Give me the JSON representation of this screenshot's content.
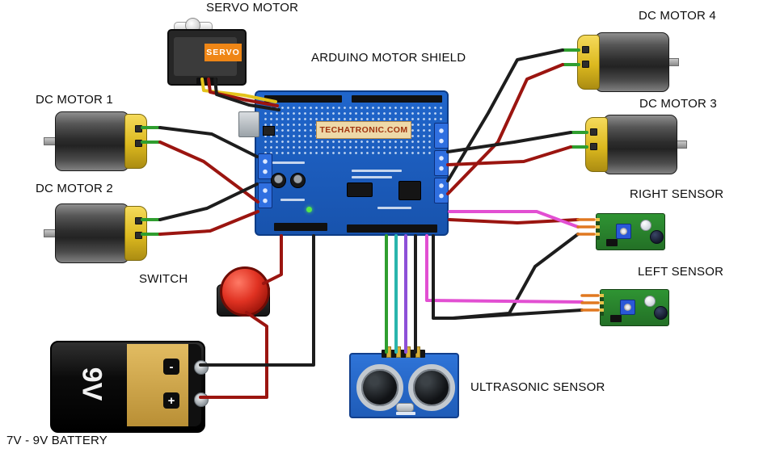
{
  "labels": {
    "servo_motor": "SERVO MOTOR",
    "dc_motor_1": "DC MOTOR 1",
    "dc_motor_2": "DC MOTOR 2",
    "dc_motor_3": "DC MOTOR 3",
    "dc_motor_4": "DC MOTOR 4",
    "arduino_shield": "ARDUINO MOTOR SHIELD",
    "switch": "SWITCH",
    "battery": "7V - 9V BATTERY",
    "ultrasonic": "ULTRASONIC SENSOR",
    "right_sensor": "RIGHT SENSOR",
    "left_sensor": "LEFT SENSOR"
  },
  "components": {
    "shield_sticker": "TECHATRONIC.COM",
    "servo_brand": "SERVO",
    "battery_voltage": "9V",
    "battery_minus": "-",
    "battery_plus": "+"
  },
  "colors": {
    "board_blue": "#1b5ec0",
    "sensor_green": "#2e8f2e",
    "battery_gold": "#c9a348",
    "wire_red": "#9b1510",
    "wire_black": "#1d1d1d",
    "wire_yellow": "#e3c31b",
    "wire_green": "#2f9e2f",
    "wire_magenta": "#e24fd2",
    "wire_cyan": "#2ab5ad",
    "wire_purple": "#8d50d8",
    "wire_orange": "#e07820"
  }
}
